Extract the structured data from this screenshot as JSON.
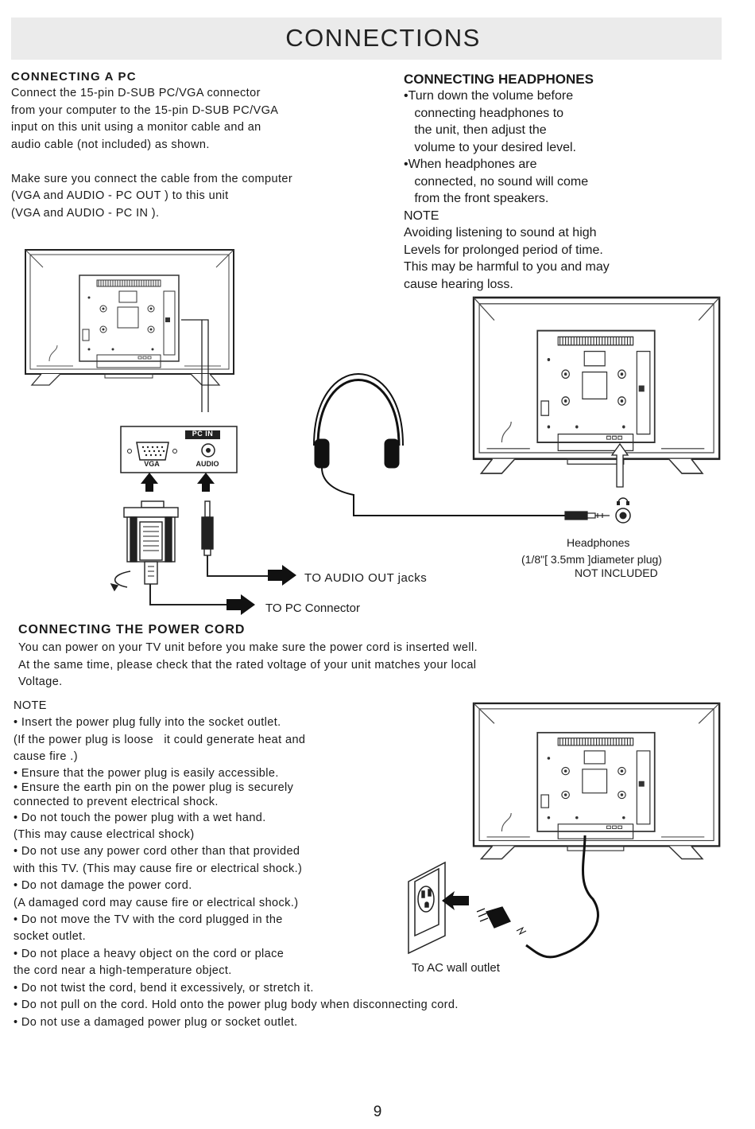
{
  "page": {
    "title": "CONNECTIONS",
    "page_number": "9"
  },
  "pc": {
    "heading": "CONNECTING A PC",
    "lines": [
      "Connect the 15-pin D-SUB PC/VGA connector",
      "from your computer to the 15-pin D-SUB PC/VGA",
      "input on this unit using a monitor cable and an",
      "audio cable (not included) as shown.",
      "",
      "Make sure you connect the cable from the computer",
      "(VGA  and  AUDIO - PC OUT  ) to this unit",
      "(VGA  and AUDIO - PC IN  )."
    ],
    "panel": {
      "title": "PC IN",
      "vga": "VGA",
      "audio": "AUDIO"
    },
    "to_audio": "TO AUDIO OUT jacks",
    "to_pc": "TO PC Connector"
  },
  "headphones": {
    "heading": "CONNECTING HEADPHONES",
    "lines": [
      "•Turn down the volume before",
      "   connecting headphones to",
      "   the unit, then adjust the",
      "   volume to your desired level.",
      "•When headphones are",
      "   connected, no sound will come",
      "   from the front speakers.",
      "NOTE",
      "Avoiding listening to sound at high",
      "Levels for prolonged period of time.",
      "This may be harmful to you and may",
      "cause hearing loss."
    ],
    "label": "Headphones",
    "plug": "(1/8\"[ 3.5mm ]diameter plug)",
    "not_included": "NOT INCLUDED"
  },
  "power": {
    "heading": "CONNECTING THE POWER CORD",
    "intro": [
      "You can power on your TV unit before you make sure the power cord is inserted well.",
      "At the same time, please check that the rated voltage of your unit matches your local",
      "Voltage."
    ],
    "note_title": "NOTE",
    "notes": [
      "• Insert the power plug fully into the socket outlet.",
      "(If the power plug is loose   it could generate heat and",
      "cause fire  .)",
      "• Ensure that the power plug is easily accessible.",
      "• Ensure the earth pin on the power plug is securely",
      " connected to prevent electrical shock.",
      "• Do not touch the power plug with a wet hand.",
      "(This may cause electrical shock)",
      "• Do not use any power cord other than that provided",
      "with this TV. (This may cause fire or electrical shock.)",
      "• Do not damage the power cord.",
      "(A damaged cord may cause fire or electrical shock.)",
      "• Do not move the TV with the cord plugged in the",
      "socket outlet.",
      "• Do not place a heavy object on the cord or place",
      "the cord near a high-temperature object.",
      "• Do not twist the cord, bend it excessively, or stretch it.",
      "• Do not pull on the cord. Hold onto the power plug body when disconnecting cord.",
      "• Do not use a damaged power plug or socket outlet."
    ],
    "outlet_label": "To  AC  wall  outlet"
  }
}
